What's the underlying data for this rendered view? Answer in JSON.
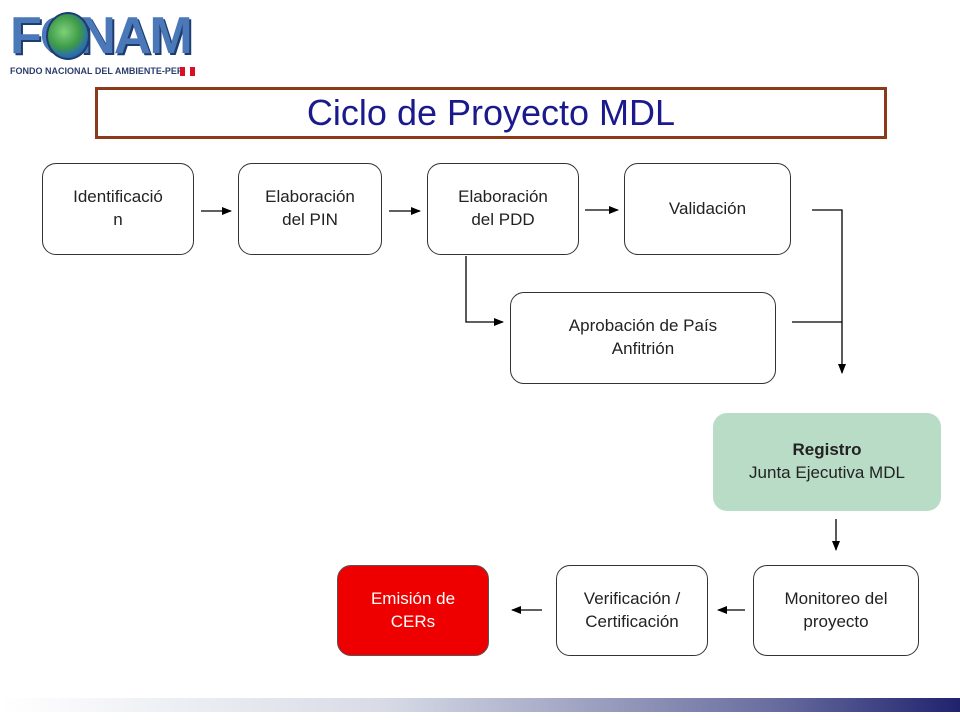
{
  "logo": {
    "word": "FONAM",
    "subtitle": "FONDO NACIONAL DEL AMBIENTE-PERU",
    "flag_colors": [
      "#d91023",
      "#ffffff",
      "#d91023"
    ]
  },
  "title": "Ciclo de Proyecto MDL",
  "nodes": {
    "identificacion": [
      "Identificació",
      "n"
    ],
    "pin": [
      "Elaboración",
      "del PIN"
    ],
    "pdd": [
      "Elaboración",
      "del PDD"
    ],
    "validacion": [
      "Validación",
      ""
    ],
    "aprobacion": [
      "Aprobación de País",
      "Anfitrión"
    ],
    "registro": [
      "Registro",
      "Junta Ejecutiva MDL"
    ],
    "monitoreo": [
      "Monitoreo del",
      "proyecto"
    ],
    "verificacion": [
      "Verificación /",
      "Certificación"
    ],
    "cers": [
      "Emisión de",
      "CERs"
    ]
  },
  "colors": {
    "title_border": "#8b3a1a",
    "title_text": "#1a1a8c",
    "registro_fill": "#b9dcc6",
    "cers_fill": "#ee0000"
  }
}
